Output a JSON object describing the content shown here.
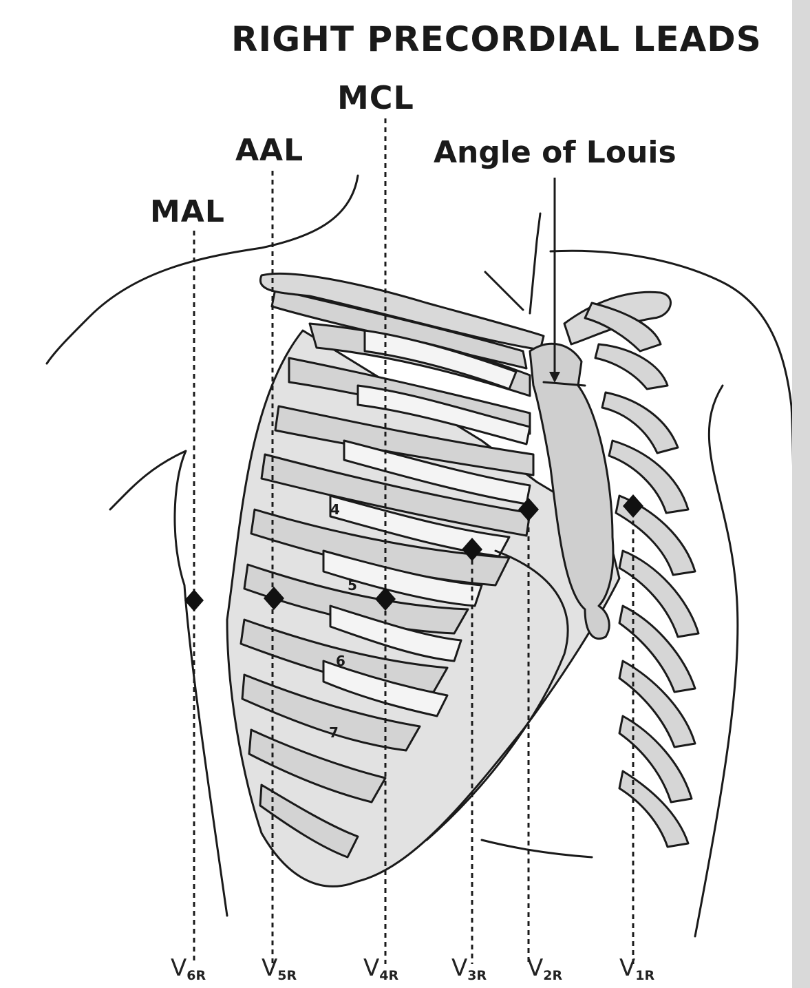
{
  "diagram": {
    "title": "RIGHT PRECORDIAL LEADS",
    "reference_lines": {
      "mcl": "MCL",
      "aal": "AAL",
      "mal": "MAL"
    },
    "landmark": "Angle of Louis",
    "intercostal_numbers": [
      "4",
      "5",
      "6",
      "7"
    ],
    "leads": [
      {
        "base": "V",
        "sub": "6R"
      },
      {
        "base": "V",
        "sub": "5R"
      },
      {
        "base": "V",
        "sub": "4R"
      },
      {
        "base": "V",
        "sub": "3R"
      },
      {
        "base": "V",
        "sub": "2R"
      },
      {
        "base": "V",
        "sub": "1R"
      }
    ],
    "colors": {
      "ink": "#1a1a1a",
      "rib_fill": "#d3d3d3",
      "cartilage_fill": "#f4f4f4",
      "background": "#ffffff"
    }
  }
}
